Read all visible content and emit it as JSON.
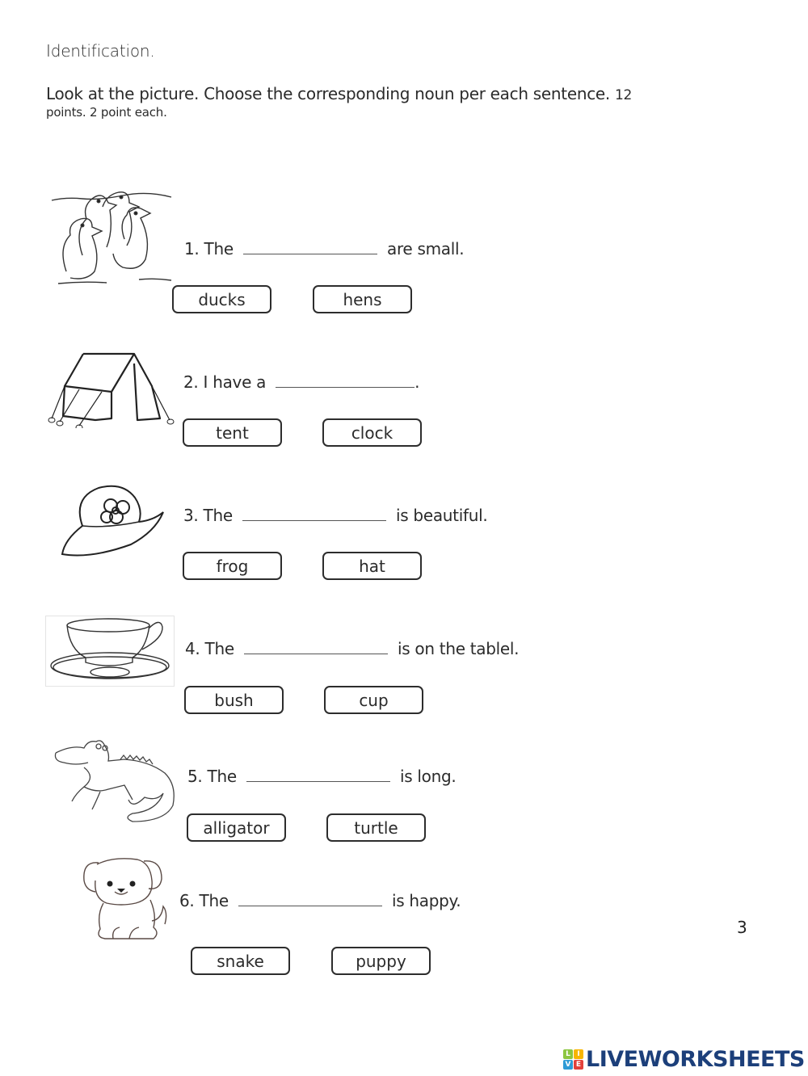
{
  "header": {
    "title": "Identification.",
    "instruction_main": "Look at the picture. Choose the corresponding noun per each sentence.",
    "instruction_points": "12",
    "instruction_line2": "points. 2 point each."
  },
  "questions": [
    {
      "number": "1.",
      "before": "The",
      "after": "are small.",
      "picture": "ducks-picture",
      "options": [
        "ducks",
        "hens"
      ]
    },
    {
      "number": "2.",
      "before": "I have a",
      "after": ".",
      "picture": "tent-picture",
      "options": [
        "tent",
        "clock"
      ]
    },
    {
      "number": "3.",
      "before": "The",
      "after": "is beautiful.",
      "picture": "hat-picture",
      "options": [
        "frog",
        "hat"
      ]
    },
    {
      "number": "4.",
      "before": "The",
      "after": "is on the tablel.",
      "picture": "cup-picture",
      "options": [
        "bush",
        "cup"
      ]
    },
    {
      "number": "5.",
      "before": "The",
      "after": "is long.",
      "picture": "alligator-picture",
      "options": [
        "alligator",
        "turtle"
      ]
    },
    {
      "number": "6.",
      "before": "The",
      "after": "is happy.",
      "picture": "puppy-picture",
      "options": [
        "snake",
        "puppy"
      ]
    }
  ],
  "page_number": "3",
  "branding": {
    "logo_letters": [
      "L",
      "I",
      "V",
      "E"
    ],
    "logo_colors": [
      "#8cc63f",
      "#f7b500",
      "#2e9bd6",
      "#e2413b"
    ],
    "logo_text": "LIVEWORKSHEETS",
    "logo_text_color": "#1c3f7a"
  }
}
